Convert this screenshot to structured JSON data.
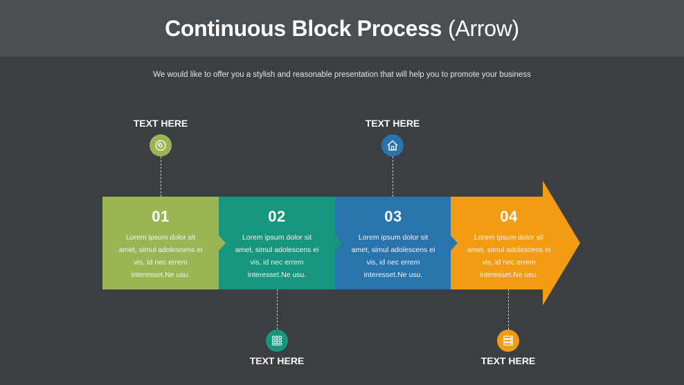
{
  "header": {
    "title_bold": "Continuous Block Process",
    "title_light": "(Arrow)"
  },
  "subtitle": "We would like to offer you a stylish and reasonable presentation that will help you to promote your business",
  "colors": {
    "background": "#3b3f43",
    "header": "#4b4f52",
    "step1": "#9bb554",
    "step2": "#17967e",
    "step3": "#2a74ad",
    "step4": "#f39c12"
  },
  "steps": [
    {
      "number": "01",
      "text": "Lorem ipsum dolor sit amet, simul adolescens ei vis, id nec errem interesset.Ne usu.",
      "label": "TEXT HERE",
      "icon": "disc-icon"
    },
    {
      "number": "02",
      "text": "Lorem ipsum dolor sit amet, simul adolescens ei vis, id nec errem interesset.Ne usu.",
      "label": "TEXT HERE",
      "icon": "grid-icon"
    },
    {
      "number": "03",
      "text": "Lorem ipsum dolor sit amet, simul adolescens ei vis, id nec errem interesset.Ne usu.",
      "label": "TEXT HERE",
      "icon": "home-icon"
    },
    {
      "number": "04",
      "text": "Lorem ipsum dolor sit amet, simul adolescens ei vis, id nec errem interesset.Ne usu.",
      "label": "TEXT HERE",
      "icon": "server-icon"
    }
  ]
}
